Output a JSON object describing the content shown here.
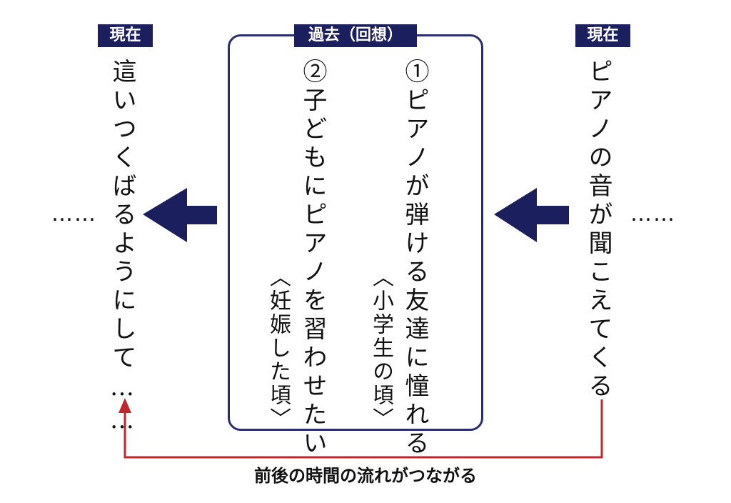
{
  "left": {
    "label": "現在",
    "text": "這いつくばるようにして……",
    "dots": "……"
  },
  "past": {
    "label": "過去（回想）",
    "item1": {
      "text": "①ピアノが弾ける友達に憧れる",
      "note": "〈小学生の頃〉"
    },
    "item2": {
      "text": "②子どもにピアノを習わせたい",
      "note": "〈妊娠した頃〉"
    }
  },
  "right": {
    "label": "現在",
    "text": "ピアノの音が聞こえてくる",
    "dots": "……"
  },
  "caption": "前後の時間の流れがつながる",
  "colors": {
    "navy": "#1c1f5e",
    "red": "#c0272d"
  }
}
